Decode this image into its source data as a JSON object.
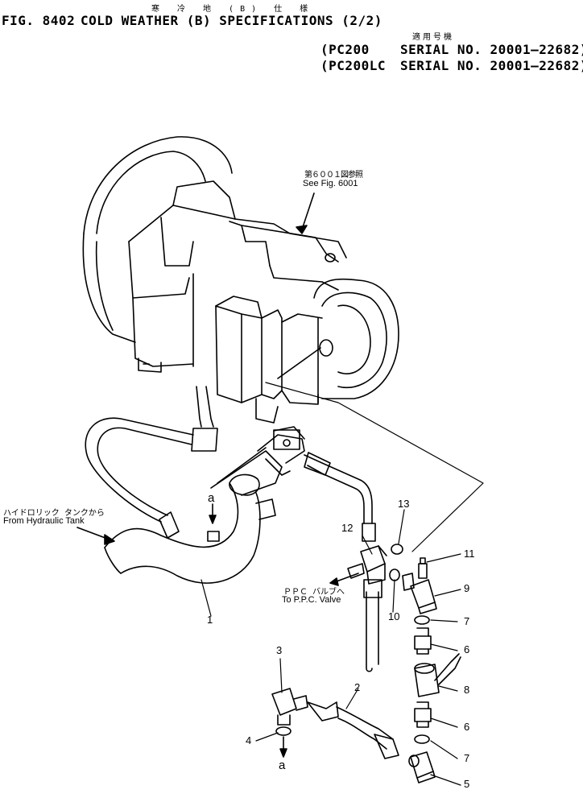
{
  "header": {
    "fig_no": "FIG. 8402",
    "title": "COLD WEATHER (B) SPECIFICATIONS (2/2)",
    "title_jp": "寒 冷 地 (B) 仕 様",
    "applicable_jp": "適用号機",
    "models": [
      {
        "model": "(PC200",
        "serial": "SERIAL NO. 20001–22682)"
      },
      {
        "model": "(PC200LC",
        "serial": "SERIAL NO. 20001–22682)"
      }
    ]
  },
  "notes": {
    "see_fig_jp": "第６００１図参照",
    "see_fig": "See Fig. 6001",
    "from_tank_jp": "ハイドロリック タンクから",
    "from_tank": "From Hydraulic Tank",
    "to_ppc_jp": "ＰＰＣ バルブへ",
    "to_ppc": "To P.P.C. Valve"
  },
  "callouts": {
    "c1": "1",
    "c2": "2",
    "c3": "3",
    "c4": "4",
    "c5": "5",
    "c6a": "6",
    "c6b": "6",
    "c7a": "7",
    "c7b": "7",
    "c8": "8",
    "c9": "9",
    "c10": "10",
    "c11": "11",
    "c12": "12",
    "c13": "13",
    "a_top": "a",
    "a_bottom": "a"
  }
}
